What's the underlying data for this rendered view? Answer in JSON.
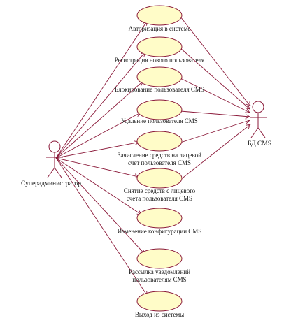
{
  "actors": {
    "superadmin": {
      "name": "Суперадминистратор"
    },
    "db": {
      "name": "БД CMS"
    }
  },
  "use_cases": [
    {
      "id": "uc1",
      "lines": [
        "Авторизация в системе"
      ],
      "to_db": true
    },
    {
      "id": "uc2",
      "lines": [
        "Регистрация нового пользователя"
      ],
      "to_db": true
    },
    {
      "id": "uc3",
      "lines": [
        "Блокирование пользователя CMS"
      ],
      "to_db": true
    },
    {
      "id": "uc4",
      "lines": [
        "Удаление пользователя CMS"
      ],
      "to_db": true
    },
    {
      "id": "uc5",
      "lines": [
        "Зачисление средств на лицевой",
        "счет пользователя CMS"
      ],
      "to_db": true
    },
    {
      "id": "uc6",
      "lines": [
        "Снятие средств с лицевого",
        "счета пользователя CMS"
      ],
      "to_db": true
    },
    {
      "id": "uc7",
      "lines": [
        "Изменение конфигурации CMS"
      ],
      "to_db": false
    },
    {
      "id": "uc8",
      "lines": [
        "Рассылка уведомлений",
        "пользователям CMS"
      ],
      "to_db": false
    },
    {
      "id": "uc9",
      "lines": [
        "Выход из системы"
      ],
      "to_db": false
    }
  ],
  "colors": {
    "ellipse_fill": "#fffcc8",
    "stroke": "#8b1a3a",
    "text": "#1a1a1a"
  }
}
